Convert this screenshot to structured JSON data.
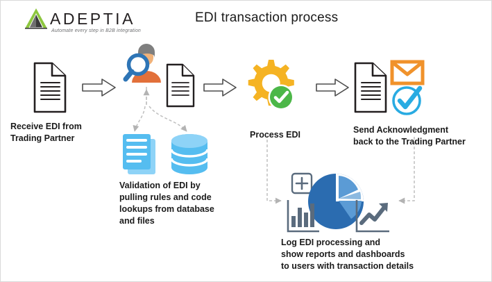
{
  "brand": {
    "name": "ADEPTIA",
    "tagline": "Automate every step in B2B integration",
    "logo_icon": "triangle-logo-icon",
    "logo_color_light": "#8dc63f",
    "logo_color_dark": "#3b3b3b"
  },
  "header": {
    "title": "EDI transaction process"
  },
  "colors": {
    "document_outline": "#231f20",
    "light_blue": "#55bdf0",
    "gear_yellow": "#f5b323",
    "check_green": "#4cb748",
    "envelope_orange": "#f0922b",
    "check_blue": "#29abe2",
    "pie_dark_blue": "#2b6cb0",
    "pie_mid_blue": "#5b9bd5",
    "pie_light_blue": "#8cb9e0",
    "chart_gray": "#5a6b7d",
    "arrow_outline": "#3b3b3b",
    "dashed_gray": "#bfbfbf",
    "page_border": "#d9d9d9"
  },
  "steps": [
    {
      "id": "receive",
      "caption": "Receive EDI from\nTrading Partner",
      "icons": [
        "document-icon"
      ]
    },
    {
      "id": "validate",
      "caption": "Validation of EDI by\npulling rules and code\nlookups from database\nand files",
      "icons": [
        "person-with-magnifier-icon",
        "document-icon",
        "stacked-documents-icon",
        "database-icon"
      ]
    },
    {
      "id": "process",
      "caption": "Process EDI",
      "icons": [
        "gear-icon",
        "green-check-icon"
      ]
    },
    {
      "id": "send",
      "caption": "Send Acknowledgment\nback to the Trading Partner",
      "icons": [
        "document-icon",
        "envelope-icon",
        "blue-check-icon"
      ]
    },
    {
      "id": "log",
      "caption": "Log EDI processing and\nshow reports and dashboards\nto users with transaction details",
      "icons": [
        "plus-box-icon",
        "pie-chart-icon",
        "bar-chart-icon",
        "trend-arrow-icon"
      ]
    }
  ],
  "connectors": [
    {
      "id": "arrow-receive-to-validate",
      "style": "solid-block-arrow",
      "direction": "right"
    },
    {
      "id": "arrow-validate-to-process",
      "style": "solid-block-arrow",
      "direction": "right"
    },
    {
      "id": "arrow-process-to-send",
      "style": "solid-block-arrow",
      "direction": "right"
    },
    {
      "id": "dashed-validate-to-documents",
      "style": "dashed-curve",
      "direction": "down"
    },
    {
      "id": "dashed-validate-to-database",
      "style": "dashed-curve",
      "direction": "down"
    },
    {
      "id": "dashed-process-to-log",
      "style": "dashed-elbow",
      "direction": "down-right"
    },
    {
      "id": "dashed-send-to-log",
      "style": "dashed-elbow",
      "direction": "down-left"
    }
  ]
}
